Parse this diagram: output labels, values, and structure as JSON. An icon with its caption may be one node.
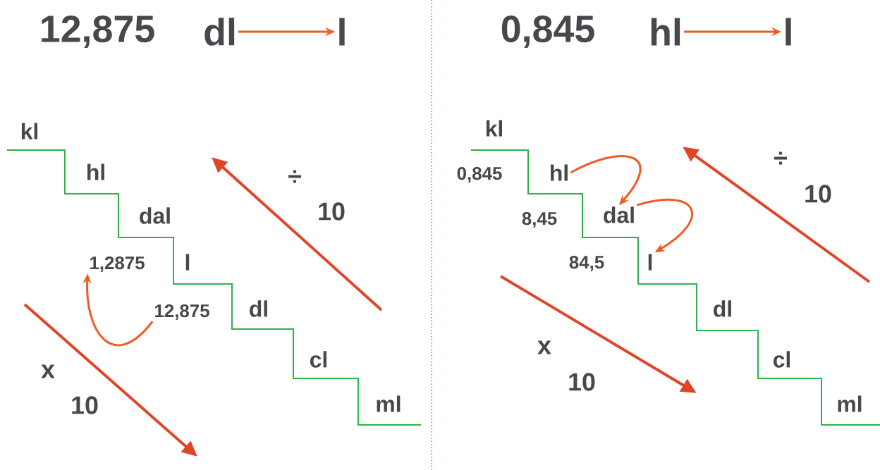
{
  "diagram": {
    "nodes": [
      {
        "text": [
          "12,875"
        ]
      },
      {
        "text": [
          "dl"
        ]
      },
      {
        "text": [
          "l"
        ]
      },
      {
        "text": [
          "0,845"
        ]
      },
      {
        "text": [
          "hl"
        ]
      },
      {
        "text": [
          "l"
        ]
      },
      {
        "text": [
          "12,875"
        ]
      },
      {
        "text": [
          "1,2875"
        ]
      },
      {
        "text": [
          "hl"
        ]
      },
      {
        "text": [
          "dal"
        ]
      },
      {
        "text": [
          "l"
        ]
      }
    ],
    "edges": [
      {
        "from": 1,
        "to": 2,
        "arrow": "to"
      },
      {
        "from": 4,
        "to": 5,
        "arrow": "to"
      },
      {
        "from": 6,
        "to": 7,
        "arrow": "to"
      },
      {
        "from": 8,
        "to": 9,
        "arrow": "to"
      },
      {
        "from": 9,
        "to": 10,
        "arrow": "to"
      }
    ],
    "labels": [
      "kl",
      "hl",
      "dal",
      "l",
      "dl",
      "cl",
      "ml",
      "x",
      "10",
      "÷",
      "10",
      "kl",
      "0,845",
      "8,45",
      "84,5",
      "dl",
      "cl",
      "ml",
      "x",
      "10",
      "÷",
      "10"
    ]
  }
}
